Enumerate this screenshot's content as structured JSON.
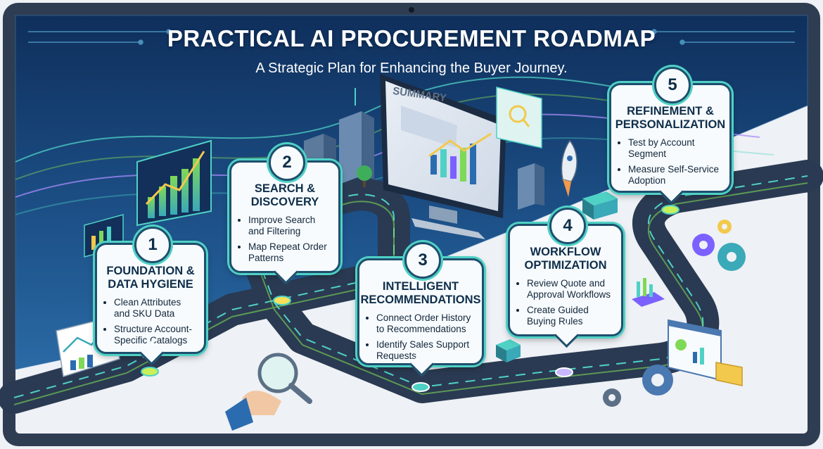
{
  "title": "PRACTICAL AI PROCUREMENT ROADMAP",
  "subtitle": "A Strategic Plan for Enhancing the Buyer Journey.",
  "monitor_label": "SUMMARY",
  "colors": {
    "frame": "#2e3d52",
    "sky_dark": "#0f2f5c",
    "road": "#2a3a52",
    "accent_teal": "#4fd1c5",
    "accent_green": "#7ed957",
    "accent_purple": "#a78bfa"
  },
  "steps": [
    {
      "number": "1",
      "title_lines": [
        "FOUNDATION &",
        "DATA HYGIENE"
      ],
      "bullets": [
        "Clean Attributes and SKU Data",
        "Structure Account-Specific Catalogs"
      ]
    },
    {
      "number": "2",
      "title_lines": [
        "SEARCH &",
        "DISCOVERY"
      ],
      "bullets": [
        "Improve Search and Filtering",
        "Map Repeat Order Patterns"
      ]
    },
    {
      "number": "3",
      "title_lines": [
        "INTELLIGENT",
        "RECOMMENDATIONS"
      ],
      "bullets": [
        "Connect Order History to Recommendations",
        "Identify Sales Support Requests"
      ]
    },
    {
      "number": "4",
      "title_lines": [
        "WORKFLOW",
        "OPTIMIZATION"
      ],
      "bullets": [
        "Review Quote and Approval Workflows",
        "Create Guided Buying Rules"
      ]
    },
    {
      "number": "5",
      "title_lines": [
        "REFINEMENT &",
        "PERSONALIZATION"
      ],
      "bullets": [
        "Test by Account Segment",
        "Measure Self-Service Adoption"
      ]
    }
  ],
  "icons": [
    "monitor-icon",
    "rocket-icon",
    "gear-icon",
    "magnifier-icon",
    "bar-chart-icon",
    "building-icon",
    "tree-icon",
    "folder-icon"
  ]
}
